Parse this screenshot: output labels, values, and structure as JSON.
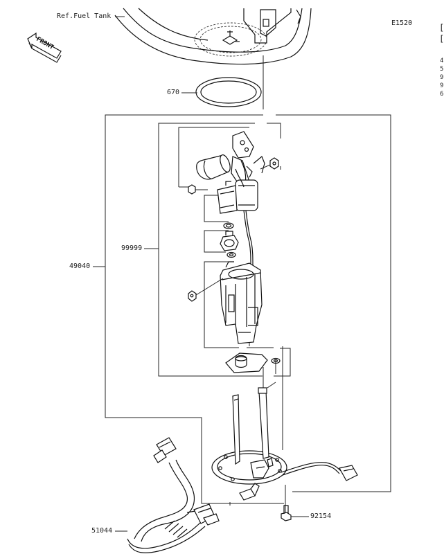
{
  "diagram_code": "E1520",
  "front_label": "FRONT",
  "ref_label": "Ref.Fuel Tank",
  "callouts": [
    {
      "id": "670",
      "text": "670"
    },
    {
      "id": "99999",
      "text": "99999"
    },
    {
      "id": "49040",
      "text": "49040"
    },
    {
      "id": "51044",
      "text": "51044"
    },
    {
      "id": "92154",
      "text": "92154"
    }
  ],
  "edge_fragments": [
    "[",
    "[",
    "4",
    "5",
    "9",
    "9",
    "6"
  ]
}
